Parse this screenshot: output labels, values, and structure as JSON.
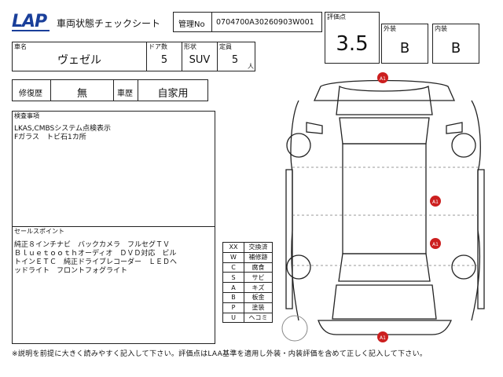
{
  "header": {
    "logo": "LAP",
    "title": "車両状態チェックシート",
    "mgmt_label": "管理No",
    "mgmt_value": "0704700A30260903W001"
  },
  "grades": {
    "overall_label": "評価点",
    "overall_value": "3.5",
    "exterior_label": "外装",
    "exterior_value": "B",
    "interior_label": "内装",
    "interior_value": "B"
  },
  "vehicle": {
    "name_label": "車名",
    "name_value": "ヴェゼル",
    "doors_label": "ドア数",
    "doors_value": "5",
    "shape_label": "形状",
    "shape_value": "SUV",
    "capacity_label": "定員",
    "capacity_value": "5",
    "capacity_unit": "人"
  },
  "history": {
    "repair_label": "修復歴",
    "repair_value": "無",
    "usage_label": "車歴",
    "usage_value": "自家用"
  },
  "inspection": {
    "label": "検査事項",
    "lines": [
      "LKAS,CMBSシステム点検表示",
      "Fガラス　トビ石1カ所"
    ]
  },
  "sales": {
    "label": "セールスポイント",
    "lines": [
      "純正８インチナビ　バックカメラ　フルセグＴＶ",
      "Ｂｌｕｅｔｏｏｔｈオーディオ　ＤＶＤ対応　ビル",
      "トインＥＴＣ　純正ドライブレコーダー　ＬＥＤヘ",
      "ッドライト　フロントフォグライト"
    ]
  },
  "legend": [
    {
      "code": "XX",
      "meaning": "交換済"
    },
    {
      "code": "W",
      "meaning": "補修跡"
    },
    {
      "code": "C",
      "meaning": "腐食"
    },
    {
      "code": "S",
      "meaning": "サビ"
    },
    {
      "code": "A",
      "meaning": "キズ"
    },
    {
      "code": "B",
      "meaning": "板金"
    },
    {
      "code": "P",
      "meaning": "塗装"
    },
    {
      "code": "U",
      "meaning": "ヘコミ"
    }
  ],
  "damage_marks": [
    "A1",
    "A1",
    "A1",
    "A1"
  ],
  "colors": {
    "logo": "#1a3f9a",
    "damage_mark": "#cc1f1f"
  },
  "footnote": "※説明を前提に大きく読みやすく記入して下さい。評価点はLAA基準を適用し外装・内装評価を含めて正しく記入して下さい。"
}
